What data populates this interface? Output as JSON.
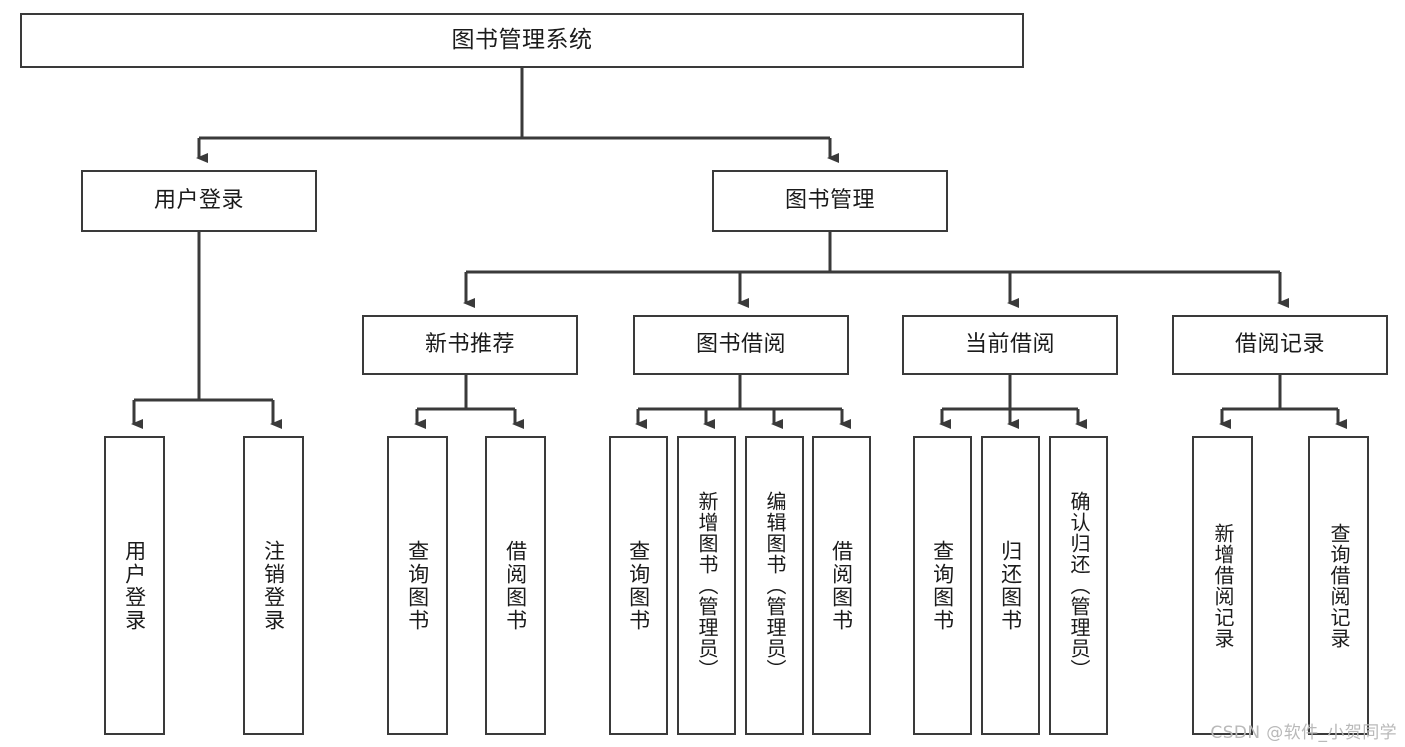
{
  "diagram": {
    "title": "图书管理系统",
    "watermark": "CSDN @软件_小贺同学",
    "line_color": "#3a3a3a",
    "box_border_color": "#3a3a3a",
    "box_fill_color": "#ffffff",
    "text_color": "#1b1b1b",
    "watermark_color": "#b9b9b9"
  },
  "nodes": {
    "root": {
      "label": "图书管理系统"
    },
    "level2": [
      {
        "label": "用户登录"
      },
      {
        "label": "图书管理"
      }
    ],
    "level3": [
      {
        "label": "新书推荐"
      },
      {
        "label": "图书借阅"
      },
      {
        "label": "当前借阅"
      },
      {
        "label": "借阅记录"
      }
    ],
    "leaves": {
      "user_login": [
        {
          "label": "用户登录"
        },
        {
          "label": "注销登录"
        }
      ],
      "new_book_recommend": [
        {
          "label": "查询图书"
        },
        {
          "label": "借阅图书"
        }
      ],
      "book_borrow": [
        {
          "label": "查询图书"
        },
        {
          "label": "新增图书（管理员）"
        },
        {
          "label": "编辑图书（管理员）"
        },
        {
          "label": "借阅图书"
        }
      ],
      "current_borrow": [
        {
          "label": "查询图书"
        },
        {
          "label": "归还图书"
        },
        {
          "label": "确认归还（管理员）"
        }
      ],
      "borrow_records": [
        {
          "label": "新增借阅记录"
        },
        {
          "label": "查询借阅记录"
        }
      ]
    }
  }
}
